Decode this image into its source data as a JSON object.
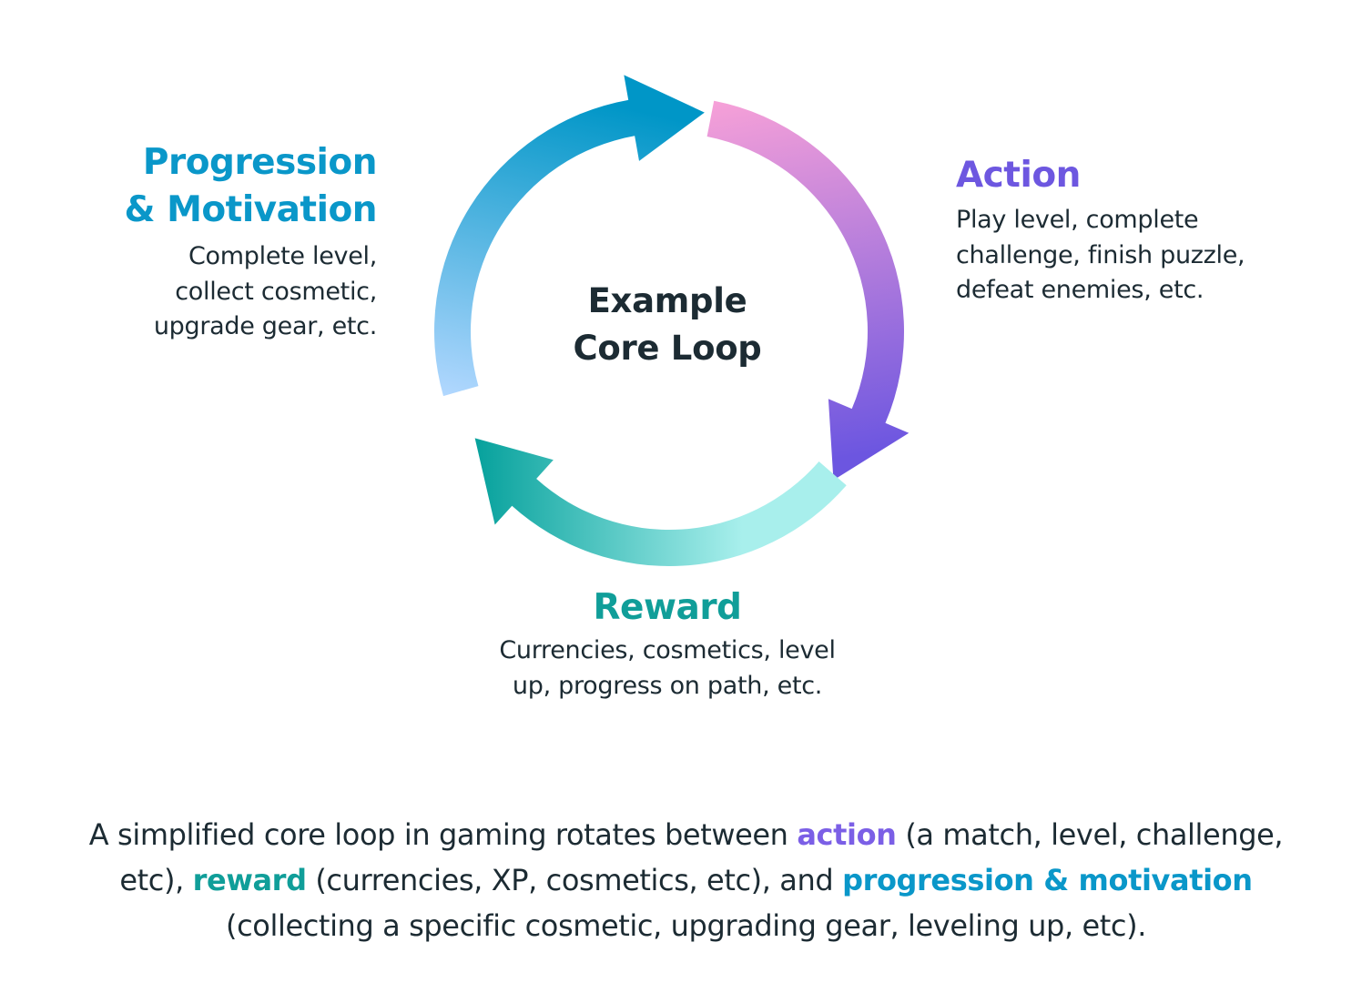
{
  "center": {
    "line1": "Example",
    "line2": "Core Loop"
  },
  "stages": {
    "progression": {
      "title_line1": "Progression",
      "title_line2": "& Motivation",
      "desc_lines": [
        "Complete level,",
        "collect cosmetic,",
        "upgrade gear, etc."
      ],
      "color": "#0a97c9"
    },
    "action": {
      "title": "Action",
      "desc_lines": [
        "Play level, complete",
        "challenge, finish puzzle,",
        "defeat enemies, etc."
      ],
      "color": "#6d57e0"
    },
    "reward": {
      "title": "Reward",
      "desc_lines": [
        "Currencies, cosmetics, level",
        "up, progress on path, etc."
      ],
      "color": "#109e99"
    }
  },
  "arrows": {
    "progression": {
      "from": "#b3d8ff",
      "to": "#0096c7",
      "icon": "curved-arrow-clockwise"
    },
    "action": {
      "from": "#f7a1d8",
      "to": "#6c56e0",
      "icon": "curved-arrow-clockwise"
    },
    "reward": {
      "from": "#a8efec",
      "to": "#06a19c",
      "icon": "curved-arrow-clockwise"
    }
  },
  "caption": {
    "p1": "A simplified core loop in gaming rotates between ",
    "kw_action": "action",
    "p2": " (a match, level, challenge, etc), ",
    "kw_reward": "reward",
    "p3": " (currencies, XP, cosmetics, etc), and ",
    "kw_prog": "progression & motivation",
    "p4": " (collecting a specific cosmetic, upgrading gear, leveling up, etc)."
  }
}
